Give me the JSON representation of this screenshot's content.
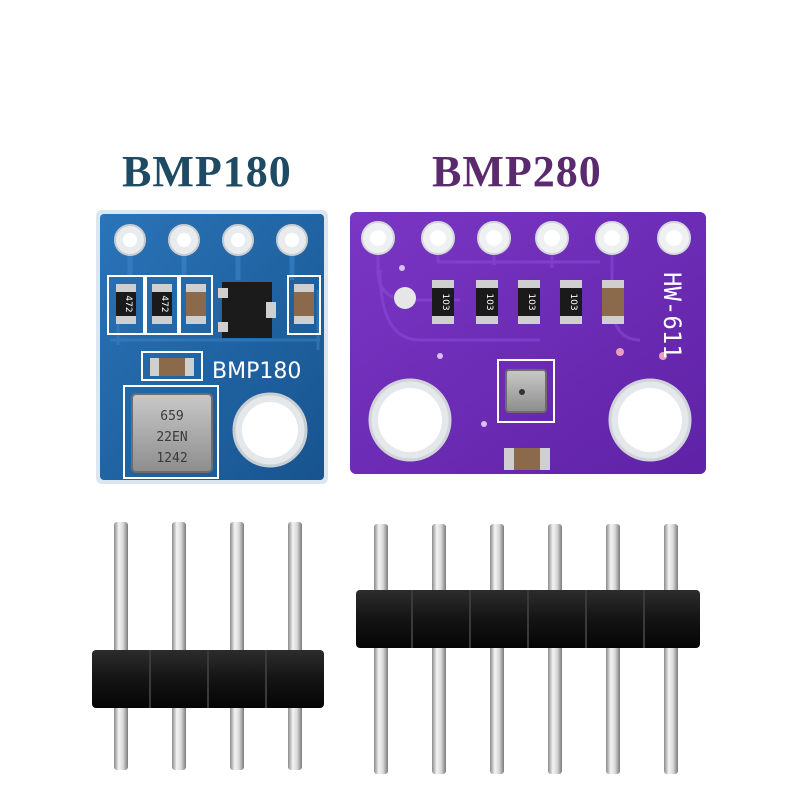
{
  "titles": {
    "left": "BMP180",
    "right": "BMP280"
  },
  "boards": {
    "bmp180": {
      "silkscreen": "BMP180",
      "resistor_labels": [
        "472",
        "472"
      ],
      "chip_marking": [
        "659",
        "22EN",
        "1242"
      ],
      "pcb_color": "#1d5fa0",
      "pins": 4
    },
    "bmp280": {
      "silkscreen": "HW-611",
      "resistor_labels": [
        "103",
        "103",
        "103",
        "103"
      ],
      "pcb_color": "#6a2bb3",
      "pins": 6
    }
  },
  "headers": {
    "left_pins": 4,
    "right_pins": 6
  }
}
